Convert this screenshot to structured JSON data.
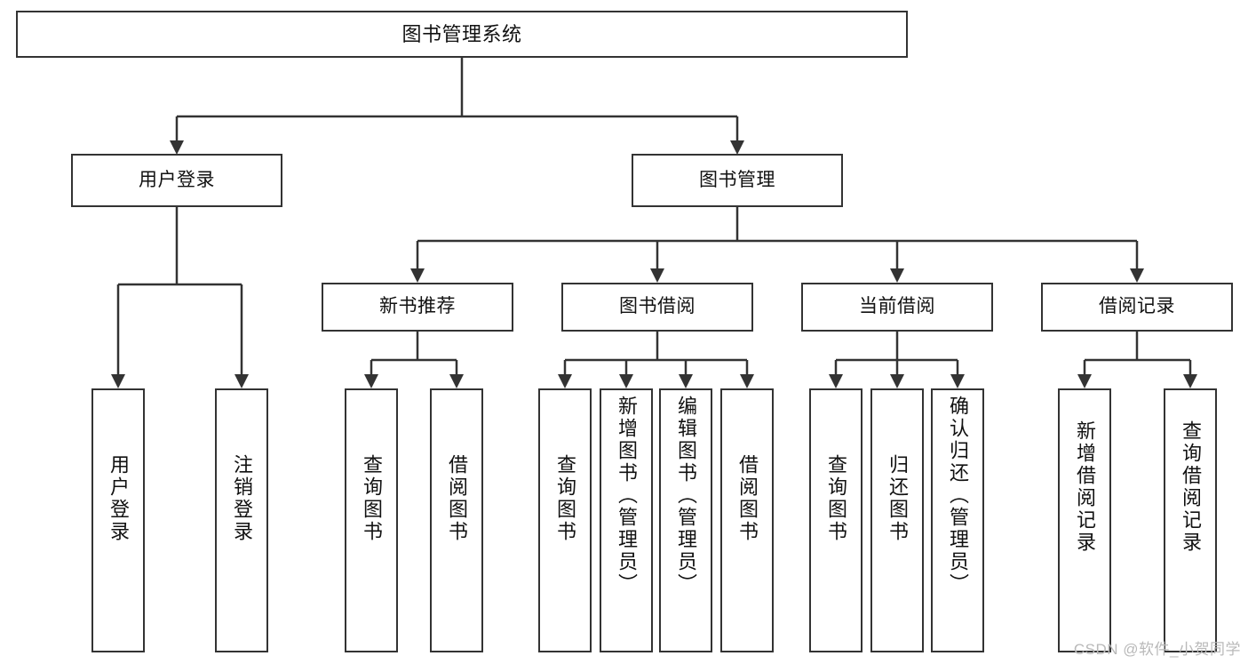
{
  "diagram": {
    "type": "tree",
    "title": "图书管理系统",
    "orientation": "top-down",
    "colors": {
      "box_border": "#333333",
      "box_fill": "#ffffff",
      "connector": "#333333",
      "text": "#111111",
      "watermark": "#b9b9b9"
    },
    "levels": {
      "root_label": "图书管理系统",
      "level2": [
        "用户登录",
        "图书管理"
      ],
      "level3": [
        "新书推荐",
        "图书借阅",
        "当前借阅",
        "借阅记录"
      ]
    }
  },
  "nodes": {
    "root": {
      "label": "图书管理系统"
    },
    "user_login": {
      "label": "用户登录"
    },
    "book_manage": {
      "label": "图书管理"
    },
    "new_book_rec": {
      "label": "新书推荐"
    },
    "book_borrow": {
      "label": "图书借阅"
    },
    "current_borrow": {
      "label": "当前借阅"
    },
    "borrow_record": {
      "label": "借阅记录"
    },
    "leaf_user_login": {
      "label": "用户登录"
    },
    "leaf_logout": {
      "label": "注销登录"
    },
    "leaf_query_book_1": {
      "label": "查询图书"
    },
    "leaf_borrow_book_1": {
      "label": "借阅图书"
    },
    "leaf_query_book_2": {
      "label": "查询图书"
    },
    "leaf_add_book": {
      "label": "新增图书（管理员）"
    },
    "leaf_edit_book": {
      "label": "编辑图书（管理员）"
    },
    "leaf_borrow_book_2": {
      "label": "借阅图书"
    },
    "leaf_query_book_3": {
      "label": "查询图书"
    },
    "leaf_return_book": {
      "label": "归还图书"
    },
    "leaf_confirm_return": {
      "label": "确认归还（管理员）"
    },
    "leaf_add_record": {
      "label": "新增借阅记录"
    },
    "leaf_query_record": {
      "label": "查询借阅记录"
    }
  },
  "edges": [
    {
      "from": "root",
      "to": "user_login"
    },
    {
      "from": "root",
      "to": "book_manage"
    },
    {
      "from": "user_login",
      "to": "leaf_user_login"
    },
    {
      "from": "user_login",
      "to": "leaf_logout"
    },
    {
      "from": "book_manage",
      "to": "new_book_rec"
    },
    {
      "from": "book_manage",
      "to": "book_borrow"
    },
    {
      "from": "book_manage",
      "to": "current_borrow"
    },
    {
      "from": "book_manage",
      "to": "borrow_record"
    },
    {
      "from": "new_book_rec",
      "to": "leaf_query_book_1"
    },
    {
      "from": "new_book_rec",
      "to": "leaf_borrow_book_1"
    },
    {
      "from": "book_borrow",
      "to": "leaf_query_book_2"
    },
    {
      "from": "book_borrow",
      "to": "leaf_add_book"
    },
    {
      "from": "book_borrow",
      "to": "leaf_edit_book"
    },
    {
      "from": "book_borrow",
      "to": "leaf_borrow_book_2"
    },
    {
      "from": "current_borrow",
      "to": "leaf_query_book_3"
    },
    {
      "from": "current_borrow",
      "to": "leaf_return_book"
    },
    {
      "from": "current_borrow",
      "to": "leaf_confirm_return"
    },
    {
      "from": "borrow_record",
      "to": "leaf_add_record"
    },
    {
      "from": "borrow_record",
      "to": "leaf_query_record"
    }
  ],
  "watermark": {
    "text": "CSDN @软件_小贺同学"
  }
}
